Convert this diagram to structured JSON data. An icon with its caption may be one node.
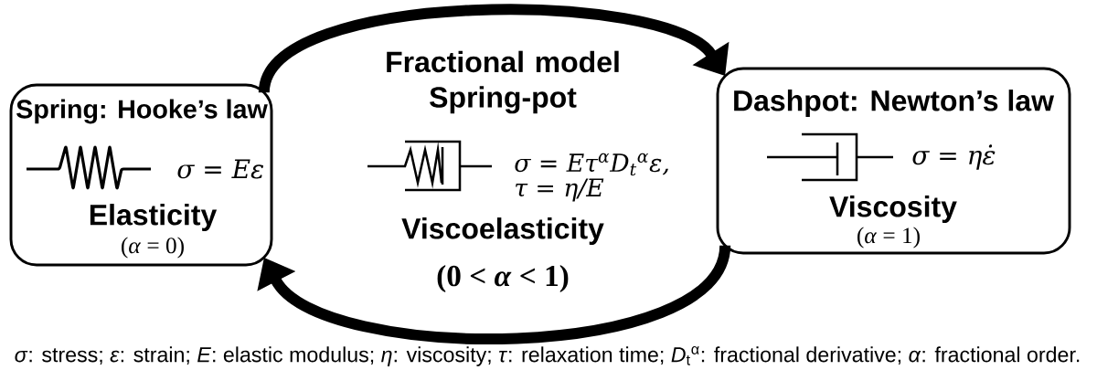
{
  "diagram": {
    "nodes": [
      {
        "text": [
          "Spring: Hooke’s law",
          "σ = Eε",
          "Elasticity",
          "(*α* = 0)"
        ]
      },
      {
        "text": [
          "Fractional model Spring-pot",
          "σ = Eτ$^{α}$D$_{t}$$^{α}$ε,",
          "τ = η/E",
          "Viscoelasticity",
          "(0 < *α* < 1)"
        ]
      },
      {
        "text": [
          "Dashpot: Newton’s law",
          "σ = ηε̇",
          "Viscosity",
          "(*α* = 1)"
        ]
      }
    ],
    "edges": [
      {
        "from": 0,
        "to": 2,
        "arrow": "to"
      },
      {
        "from": 2,
        "to": 0,
        "arrow": "to"
      }
    ],
    "caption": "*σ*: stress; *ε*: strain; *E*: elastic modulus; *η*: viscosity; *τ*: relaxation time; *D*$_{t}$$^{α}$: fractional derivative; *α*: fractional order."
  }
}
